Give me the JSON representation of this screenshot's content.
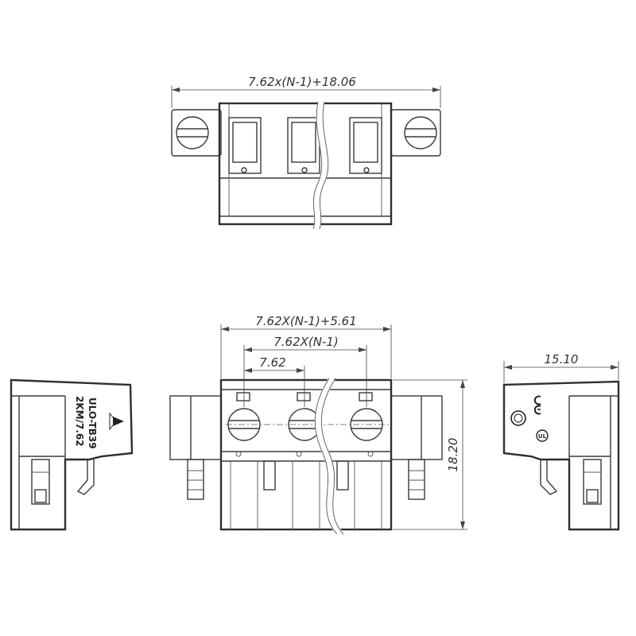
{
  "top_view": {
    "overall_dimension": "7.62x(N-1)+18.06"
  },
  "front_view": {
    "width_dimension": "7.62X(N-1)+5.61",
    "pitch_span_dimension": "7.62X(N-1)",
    "pitch_dimension": "7.62",
    "height_dimension": "18.20"
  },
  "right_view": {
    "depth_dimension": "15.10"
  },
  "left_view": {
    "marking_line1": "ULO-TB39",
    "marking_line2": "2KM/7.62"
  },
  "colors": {
    "line": "#3a3a3a",
    "background": "#ffffff"
  },
  "icons": [
    "logo-triangle-icon",
    "ce-mark-icon",
    "ul-mark-icon",
    "round-logo-icon"
  ]
}
